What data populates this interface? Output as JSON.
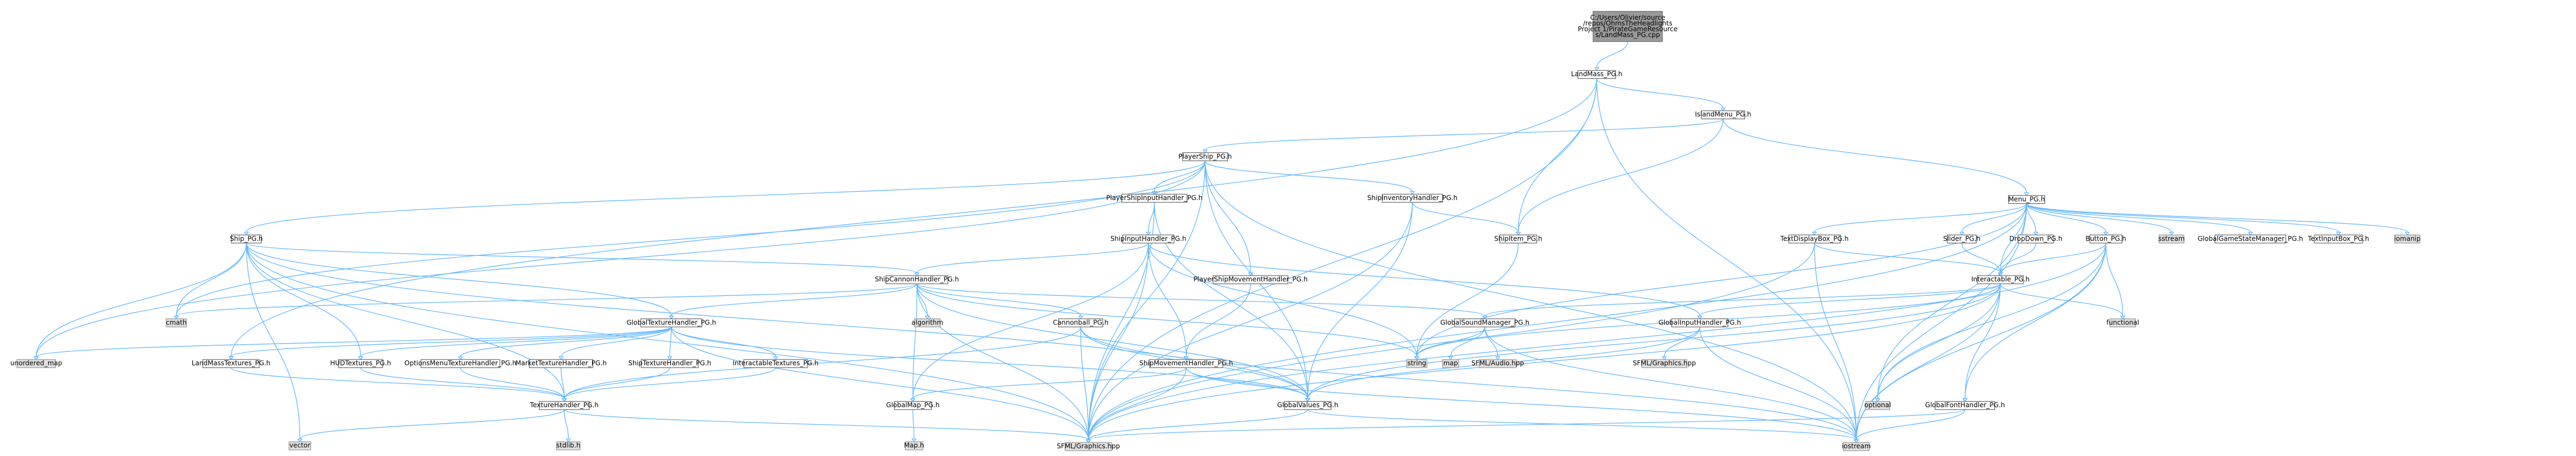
{
  "colors": {
    "background": "#ffffff",
    "edge": "#63b8ff",
    "node_fill": "#ffffff",
    "node_stroke": "#666666",
    "root_fill": "#999999",
    "root_stroke": "#666666",
    "system_fill": "#e0e0e0",
    "system_stroke": "#999999",
    "red_text": "#ff0000",
    "text": "#000000"
  },
  "nodes": [
    {
      "id": "root",
      "lines": [
        "C:/Users/Olivier/source",
        "/repos/OhmsTheHeadlights",
        "Project 1/PirateGameResource",
        "s/LandMass_PG.cpp"
      ],
      "kind": "root"
    },
    {
      "id": "landmass_h",
      "lines": [
        "LandMass_PG.h"
      ],
      "kind": "file"
    },
    {
      "id": "islandmenu_h",
      "lines": [
        "IslandMenu_PG.h"
      ],
      "kind": "file"
    },
    {
      "id": "playership_h",
      "lines": [
        "PlayerShip_PG.h"
      ],
      "kind": "file"
    },
    {
      "id": "menu_h",
      "lines": [
        "Menu_PG.h"
      ],
      "kind": "file"
    },
    {
      "id": "playershipinput_h",
      "lines": [
        "PlayerShipInputHandler_PG.h"
      ],
      "kind": "file"
    },
    {
      "id": "shipinventory_h",
      "lines": [
        "ShipInventoryHandler_PG.h"
      ],
      "kind": "file"
    },
    {
      "id": "ship_h",
      "lines": [
        "Ship_PG.h"
      ],
      "kind": "file"
    },
    {
      "id": "shipinput_h",
      "lines": [
        "ShipInputHandler_PG.h"
      ],
      "kind": "file"
    },
    {
      "id": "shipitem_h",
      "lines": [
        "ShipItem_PG.h"
      ],
      "kind": "file"
    },
    {
      "id": "textdisplaybox_h",
      "lines": [
        "TextDisplayBox_PG.h"
      ],
      "kind": "file"
    },
    {
      "id": "slider_h",
      "lines": [
        "Slider_PG.h"
      ],
      "kind": "file"
    },
    {
      "id": "dropdown_h",
      "lines": [
        "DropDown_PG.h"
      ],
      "kind": "file"
    },
    {
      "id": "button_h",
      "lines": [
        "Button_PG.h"
      ],
      "kind": "file"
    },
    {
      "id": "sstream",
      "lines": [
        "sstream"
      ],
      "kind": "system"
    },
    {
      "id": "globalgamestate_h",
      "lines": [
        "GlobalGameStateManager_PG.h"
      ],
      "kind": "file"
    },
    {
      "id": "textinputbox_h",
      "lines": [
        "TextInputBox_PG.h"
      ],
      "kind": "file"
    },
    {
      "id": "iomanip",
      "lines": [
        "iomanip"
      ],
      "kind": "system"
    },
    {
      "id": "playershipmovement_h",
      "lines": [
        "PlayerShipMovementHandler_PG.h"
      ],
      "kind": "file"
    },
    {
      "id": "shipcannon_h",
      "lines": [
        "ShipCannonHandler_PG.h"
      ],
      "kind": "file"
    },
    {
      "id": "interactable_h",
      "lines": [
        "Interactable_PG.h"
      ],
      "kind": "file"
    },
    {
      "id": "cmath",
      "lines": [
        "cmath"
      ],
      "kind": "system"
    },
    {
      "id": "algorithm",
      "lines": [
        "algorithm"
      ],
      "kind": "system"
    },
    {
      "id": "cannonball_h",
      "lines": [
        "Cannonball_PG.h"
      ],
      "kind": "file"
    },
    {
      "id": "globalsoundmanager_h",
      "lines": [
        "GlobalSoundManager_PG.h"
      ],
      "kind": "file"
    },
    {
      "id": "globalinput_h",
      "lines": [
        "GlobalInputHandler_PG.h"
      ],
      "kind": "file"
    },
    {
      "id": "functional",
      "lines": [
        "functional"
      ],
      "kind": "system"
    },
    {
      "id": "globaltexture_h",
      "lines": [
        "GlobalTextureHandler_PG.h"
      ],
      "kind": "file"
    },
    {
      "id": "string",
      "lines": [
        "string"
      ],
      "kind": "system"
    },
    {
      "id": "map",
      "lines": [
        "map"
      ],
      "kind": "system"
    },
    {
      "id": "sfml_audio",
      "lines": [
        "SFML/Audio.hpp"
      ],
      "kind": "system"
    },
    {
      "id": "sfml_graphics_small",
      "lines": [
        "SFML/Graphics.hpp"
      ],
      "kind": "system"
    },
    {
      "id": "unordered_map",
      "lines": [
        "unordered_map"
      ],
      "kind": "system"
    },
    {
      "id": "landmasstextures_h",
      "lines": [
        "LandMassTextures_PG.h"
      ],
      "kind": "file"
    },
    {
      "id": "hudtextures_h",
      "lines": [
        "HUDTextures_PG.h"
      ],
      "kind": "file"
    },
    {
      "id": "optionsmenutexture_h",
      "lines": [
        "OptionsMenuTextureHandler_PG.h"
      ],
      "kind": "file"
    },
    {
      "id": "markettexture_h",
      "lines": [
        "MarketTextureHandler_PG.h"
      ],
      "kind": "file"
    },
    {
      "id": "shiptexture_h",
      "lines": [
        "ShipTextureHandler_PG.h"
      ],
      "kind": "file"
    },
    {
      "id": "interactabletextures_h",
      "lines": [
        "InteractableTextures_PG.h"
      ],
      "kind": "file"
    },
    {
      "id": "shipmovement_h",
      "lines": [
        "ShipMovementHandler_PG.h"
      ],
      "kind": "red"
    },
    {
      "id": "globalvalues_h",
      "lines": [
        "GlobalValues_PG.h"
      ],
      "kind": "file"
    },
    {
      "id": "optional",
      "lines": [
        "optional"
      ],
      "kind": "system"
    },
    {
      "id": "globalfont_h",
      "lines": [
        "GlobalFontHandler_PG.h"
      ],
      "kind": "file"
    },
    {
      "id": "texturehandler_h",
      "lines": [
        "TextureHandler_PG.h"
      ],
      "kind": "file"
    },
    {
      "id": "globalmap_h",
      "lines": [
        "GlobalMap_PG.h"
      ],
      "kind": "file"
    },
    {
      "id": "vector",
      "lines": [
        "vector"
      ],
      "kind": "system"
    },
    {
      "id": "stdlib",
      "lines": [
        "stdlib.h"
      ],
      "kind": "system"
    },
    {
      "id": "map_h",
      "lines": [
        "Map.h"
      ],
      "kind": "system"
    },
    {
      "id": "sfml_graphics",
      "lines": [
        "SFML/Graphics.hpp"
      ],
      "kind": "system"
    },
    {
      "id": "iostream",
      "lines": [
        "iostream"
      ],
      "kind": "system"
    }
  ],
  "edges": [
    [
      "root",
      "landmass_h"
    ],
    [
      "landmass_h",
      "islandmenu_h"
    ],
    [
      "landmass_h",
      "shipitem_h"
    ],
    [
      "landmass_h",
      "landmasstextures_h"
    ],
    [
      "landmass_h",
      "sfml_graphics"
    ],
    [
      "landmass_h",
      "iostream"
    ],
    [
      "islandmenu_h",
      "playership_h"
    ],
    [
      "islandmenu_h",
      "menu_h"
    ],
    [
      "islandmenu_h",
      "shipitem_h"
    ],
    [
      "playership_h",
      "ship_h"
    ],
    [
      "playership_h",
      "playershipinput_h"
    ],
    [
      "playership_h",
      "shipinventory_h"
    ],
    [
      "playership_h",
      "playershipmovement_h"
    ],
    [
      "playership_h",
      "cmath"
    ],
    [
      "playership_h",
      "unordered_map"
    ],
    [
      "playership_h",
      "globalvalues_h"
    ],
    [
      "playership_h",
      "sfml_graphics"
    ],
    [
      "playership_h",
      "iostream"
    ],
    [
      "playershipinput_h",
      "shipinput_h"
    ],
    [
      "playershipinput_h",
      "globalvalues_h"
    ],
    [
      "playershipinput_h",
      "sfml_graphics"
    ],
    [
      "shipinventory_h",
      "shipitem_h"
    ],
    [
      "shipinventory_h",
      "globalvalues_h"
    ],
    [
      "shipinventory_h",
      "sfml_graphics"
    ],
    [
      "shipitem_h",
      "string"
    ],
    [
      "ship_h",
      "shipcannon_h"
    ],
    [
      "ship_h",
      "globaltexture_h"
    ],
    [
      "ship_h",
      "cmath"
    ],
    [
      "ship_h",
      "unordered_map"
    ],
    [
      "ship_h",
      "globalvalues_h"
    ],
    [
      "ship_h",
      "sfml_graphics"
    ],
    [
      "ship_h",
      "vector"
    ],
    [
      "ship_h",
      "texturehandler_h"
    ],
    [
      "ship_h",
      "hudtextures_h"
    ],
    [
      "shipinput_h",
      "shipcannon_h"
    ],
    [
      "shipinput_h",
      "shipmovement_h"
    ],
    [
      "shipinput_h",
      "globalinput_h"
    ],
    [
      "shipinput_h",
      "globalmap_h"
    ],
    [
      "shipinput_h",
      "sfml_graphics"
    ],
    [
      "shipinput_h",
      "string"
    ],
    [
      "playershipmovement_h",
      "shipmovement_h"
    ],
    [
      "shipcannon_h",
      "cannonball_h"
    ],
    [
      "shipcannon_h",
      "globaltexture_h"
    ],
    [
      "shipcannon_h",
      "globalsoundmanager_h"
    ],
    [
      "shipcannon_h",
      "cmath"
    ],
    [
      "shipcannon_h",
      "algorithm"
    ],
    [
      "shipcannon_h",
      "globalmap_h"
    ],
    [
      "shipcannon_h",
      "globalvalues_h"
    ],
    [
      "shipcannon_h",
      "sfml_graphics"
    ],
    [
      "shipcannon_h",
      "string"
    ],
    [
      "cannonball_h",
      "globalvalues_h"
    ],
    [
      "cannonball_h",
      "sfml_graphics"
    ],
    [
      "cannonball_h",
      "texturehandler_h"
    ],
    [
      "cannonball_h",
      "iostream"
    ],
    [
      "menu_h",
      "textdisplaybox_h"
    ],
    [
      "menu_h",
      "slider_h"
    ],
    [
      "menu_h",
      "dropdown_h"
    ],
    [
      "menu_h",
      "button_h"
    ],
    [
      "menu_h",
      "sstream"
    ],
    [
      "menu_h",
      "globalgamestate_h"
    ],
    [
      "menu_h",
      "textinputbox_h"
    ],
    [
      "menu_h",
      "iomanip"
    ],
    [
      "menu_h",
      "interactable_h"
    ],
    [
      "menu_h",
      "string"
    ],
    [
      "menu_h",
      "iostream"
    ],
    [
      "menu_h",
      "optional"
    ],
    [
      "menu_h",
      "sfml_graphics"
    ],
    [
      "textdisplaybox_h",
      "interactable_h"
    ],
    [
      "textdisplaybox_h",
      "sfml_graphics"
    ],
    [
      "textdisplaybox_h",
      "iostream"
    ],
    [
      "slider_h",
      "interactable_h"
    ],
    [
      "dropdown_h",
      "interactable_h"
    ],
    [
      "button_h",
      "interactable_h"
    ],
    [
      "button_h",
      "functional"
    ],
    [
      "button_h",
      "optional"
    ],
    [
      "button_h",
      "globalfont_h"
    ],
    [
      "button_h",
      "iostream"
    ],
    [
      "button_h",
      "sfml_graphics"
    ],
    [
      "interactable_h",
      "globalsoundmanager_h"
    ],
    [
      "interactable_h",
      "globalinput_h"
    ],
    [
      "interactable_h",
      "functional"
    ],
    [
      "interactable_h",
      "globalfont_h"
    ],
    [
      "interactable_h",
      "globalvalues_h"
    ],
    [
      "interactable_h",
      "optional"
    ],
    [
      "interactable_h",
      "string"
    ],
    [
      "interactable_h",
      "iostream"
    ],
    [
      "interactable_h",
      "sfml_graphics"
    ],
    [
      "globalsoundmanager_h",
      "map"
    ],
    [
      "globalsoundmanager_h",
      "sfml_audio"
    ],
    [
      "globalsoundmanager_h",
      "string"
    ],
    [
      "globalsoundmanager_h",
      "iostream"
    ],
    [
      "globalinput_h",
      "sfml_graphics_small"
    ],
    [
      "globalinput_h",
      "globalvalues_h"
    ],
    [
      "globalinput_h",
      "iostream"
    ],
    [
      "globaltexture_h",
      "landmasstextures_h"
    ],
    [
      "globaltexture_h",
      "hudtextures_h"
    ],
    [
      "globaltexture_h",
      "optionsmenutexture_h"
    ],
    [
      "globaltexture_h",
      "markettexture_h"
    ],
    [
      "globaltexture_h",
      "shiptexture_h"
    ],
    [
      "globaltexture_h",
      "interactabletextures_h"
    ],
    [
      "globaltexture_h",
      "unordered_map"
    ],
    [
      "globaltexture_h",
      "globalvalues_h"
    ],
    [
      "globaltexture_h",
      "sfml_graphics"
    ],
    [
      "landmasstextures_h",
      "texturehandler_h"
    ],
    [
      "hudtextures_h",
      "texturehandler_h"
    ],
    [
      "optionsmenutexture_h",
      "texturehandler_h"
    ],
    [
      "markettexture_h",
      "texturehandler_h"
    ],
    [
      "shiptexture_h",
      "texturehandler_h"
    ],
    [
      "interactabletextures_h",
      "texturehandler_h"
    ],
    [
      "texturehandler_h",
      "vector"
    ],
    [
      "texturehandler_h",
      "stdlib"
    ],
    [
      "texturehandler_h",
      "sfml_graphics"
    ],
    [
      "shipmovement_h",
      "globalmap_h"
    ],
    [
      "shipmovement_h",
      "globalvalues_h"
    ],
    [
      "shipmovement_h",
      "sfml_graphics"
    ],
    [
      "shipmovement_h",
      "iostream"
    ],
    [
      "globalmap_h",
      "map_h"
    ],
    [
      "globalvalues_h",
      "sfml_graphics"
    ],
    [
      "globalvalues_h",
      "iostream"
    ],
    [
      "globalfont_h",
      "sfml_graphics"
    ],
    [
      "globalfont_h",
      "iostream"
    ]
  ]
}
